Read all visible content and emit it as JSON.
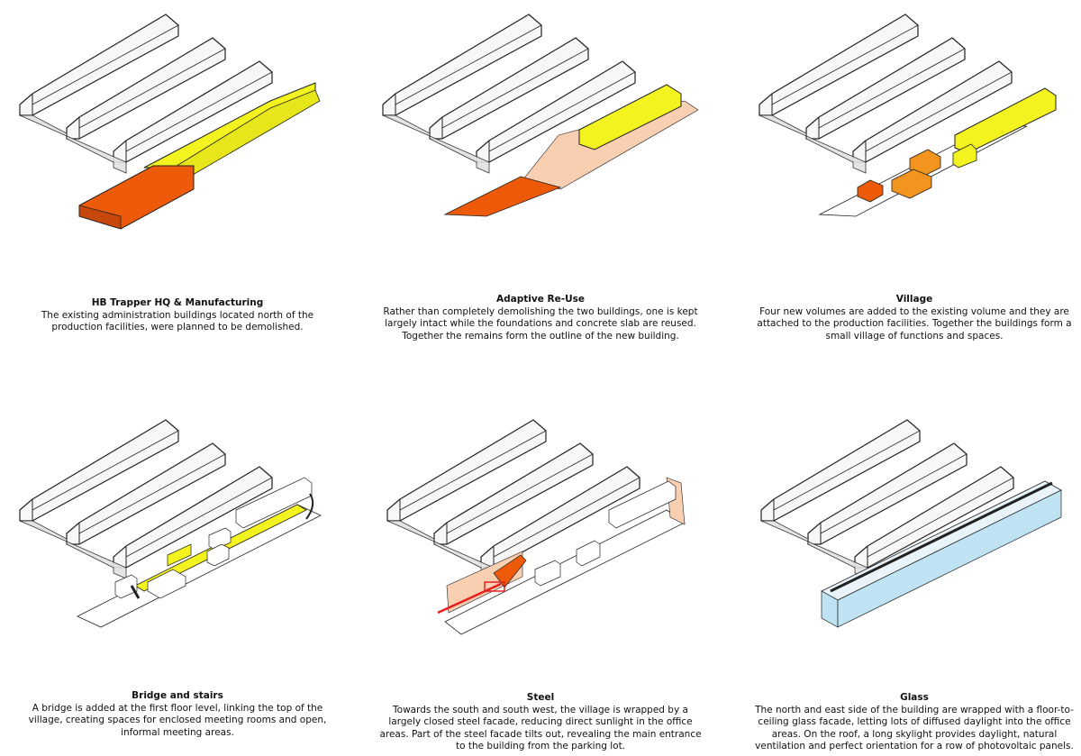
{
  "colors": {
    "roof_fill": "#f7f7f7",
    "roof_side": "#e2e2e2",
    "outline": "#222222",
    "yellow": "#f3f31f",
    "orange_dark": "#ec5a0a",
    "orange": "#f2941e",
    "peach": "#f9cfb2",
    "red": "#e61e1e",
    "glass": "#bfe3f3"
  },
  "panels": [
    {
      "title": "HB Trapper HQ & Manufacturing",
      "text": "The existing administration buildings located north of the production facilities, were planned to be demolished."
    },
    {
      "title": "Adaptive Re-Use",
      "text": "Rather than completely demolishing the two buildings, one is kept largely intact while the foundations and concrete slab are reused. Together the remains form the outline of the new building."
    },
    {
      "title": "Village",
      "text": "Four new volumes are added to the existing volume and they are attached to the production facilities. Together the buildings form a small village of functions and spaces."
    },
    {
      "title": "Bridge and stairs",
      "text": "A bridge is added at the first floor level, linking the top of the village, creating spaces for enclosed meeting rooms and open, informal meeting areas."
    },
    {
      "title": "Steel",
      "text": "Towards the south and south west, the village is wrapped by a largely closed steel facade, reducing direct sunlight in the office areas. Part of the steel facade tilts out, revealing the main entrance to the building from the parking lot."
    },
    {
      "title": "Glass",
      "text": "The north and east side of the building are wrapped with a floor-to-ceiling glass facade, letting lots of diffused daylight into the office areas. On the roof, a long skylight provides daylight, natural ventilation and perfect orientation for a row of photovoltaic panels."
    }
  ]
}
